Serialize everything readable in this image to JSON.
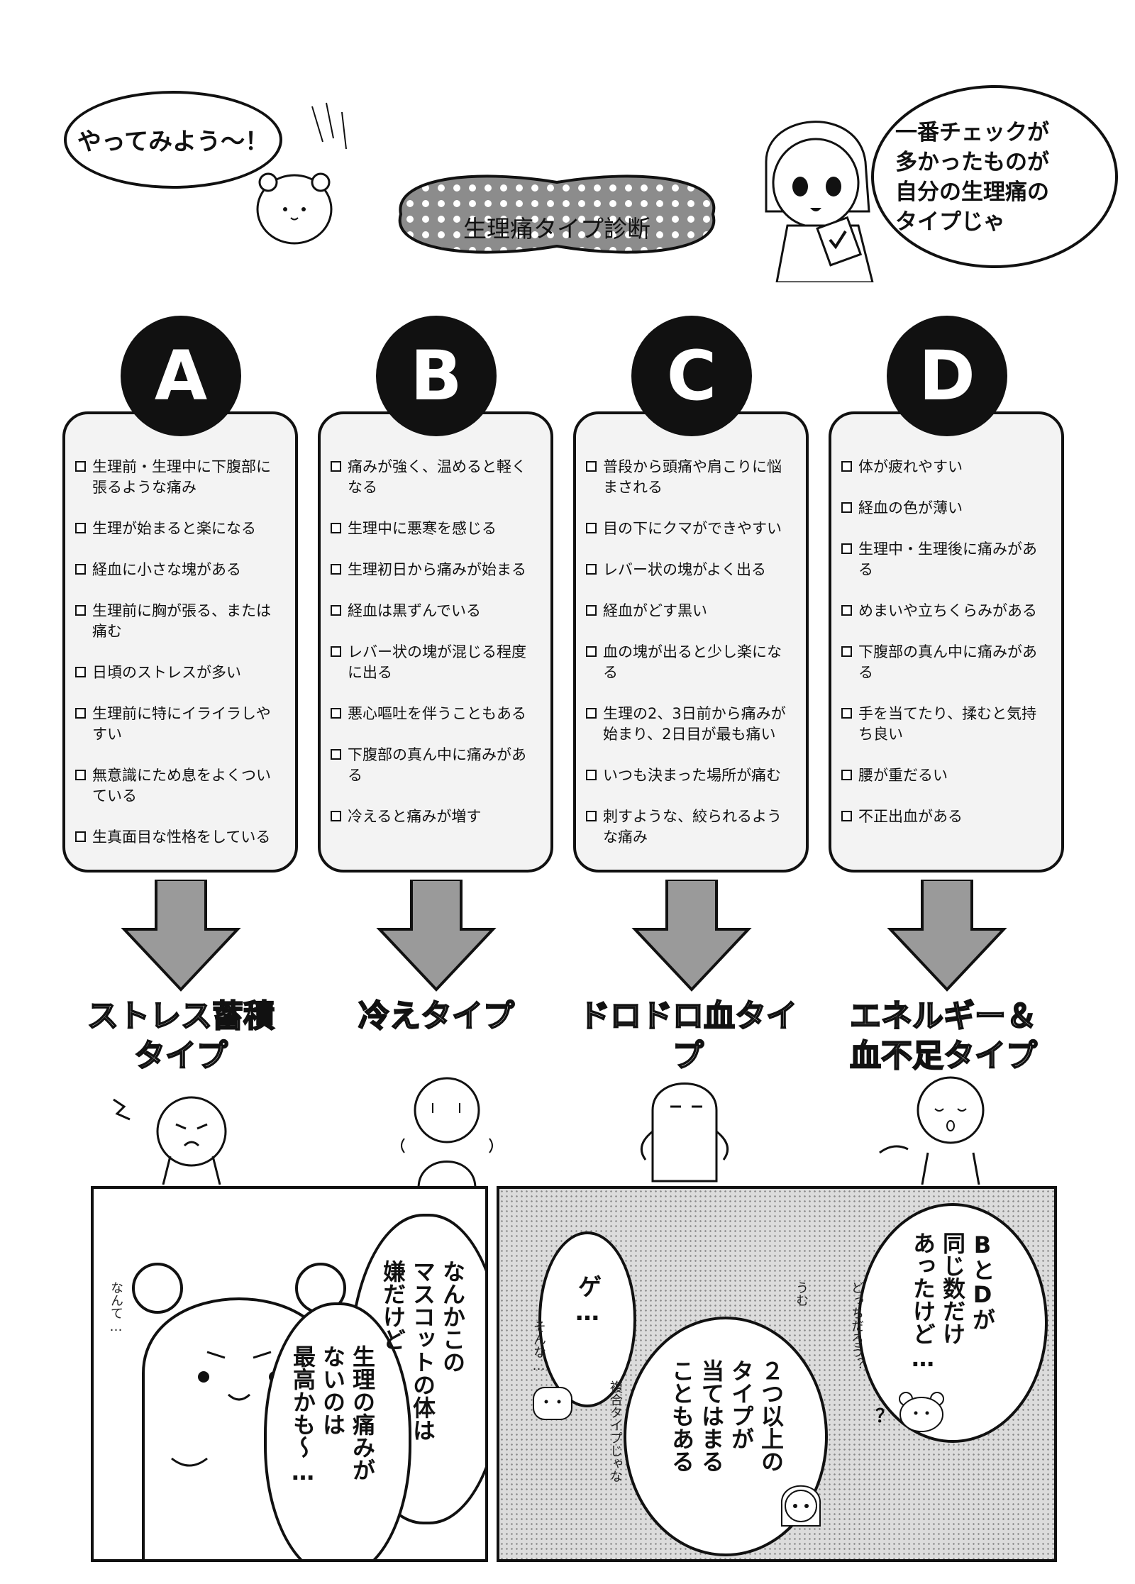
{
  "intro": {
    "mascot_speech": "やってみよう〜！",
    "title": "生理痛タイプ診断",
    "girl_speech": [
      "一番チェックが",
      "多かったものが",
      "自分の生理痛の",
      "タイプじゃ"
    ]
  },
  "types": [
    {
      "letter": "A",
      "items": [
        "生理前・生理中に下腹部に張るような痛み",
        "生理が始まると楽になる",
        "経血に小さな塊がある",
        "生理前に胸が張る、または痛む",
        "日頃のストレスが多い",
        "生理前に特にイライラしやすい",
        "無意識にため息をよくついている",
        "生真面目な性格をしている"
      ],
      "result_lines": [
        "ストレス蓄積",
        "タイプ"
      ]
    },
    {
      "letter": "B",
      "items": [
        "痛みが強く、温めると軽くなる",
        "生理中に悪寒を感じる",
        "生理初日から痛みが始まる",
        "経血は黒ずんでいる",
        "レバー状の塊が混じる程度に出る",
        "悪心嘔吐を伴うこともある",
        "下腹部の真ん中に痛みがある",
        "冷えると痛みが増す"
      ],
      "result_lines": [
        "冷えタイプ"
      ]
    },
    {
      "letter": "C",
      "items": [
        "普段から頭痛や肩こりに悩まされる",
        "目の下にクマができやすい",
        "レバー状の塊がよく出る",
        "経血がどす黒い",
        "血の塊が出ると少し楽になる",
        "生理の2、3日前から痛みが始まり、2日目が最も痛い",
        "いつも決まった場所が痛む",
        "刺すような、絞られるような痛み"
      ],
      "result_lines": [
        "ドロドロ血タイプ"
      ]
    },
    {
      "letter": "D",
      "items": [
        "体が疲れやすい",
        "経血の色が薄い",
        "生理中・生理後に痛みがある",
        "めまいや立ちくらみがある",
        "下腹部の真ん中に痛みがある",
        "手を当てたり、揉むと気持ち良い",
        "腰が重だるい",
        "不正出血がある"
      ],
      "result_lines": [
        "エネルギー＆",
        "血不足タイプ"
      ]
    }
  ],
  "panel_left": {
    "note": "なんて…",
    "bubble1": [
      "なんかこの",
      "マスコットの体は",
      "嫌だけど"
    ],
    "bubble2": [
      "生理の痛みが",
      "ないのは",
      "最高かも〜…"
    ]
  },
  "panel_right": {
    "ge": "ゲ…",
    "sonna": "そんな…",
    "umu": "うむ",
    "bubble_main": [
      "２つ以上の",
      "タイプが",
      "当てはまる",
      "こともある"
    ],
    "bubble_bd": [
      "BとDが",
      "同じ数だけ",
      "あったけど…"
    ],
    "dotchi": "どっちだろう？",
    "q": "？",
    "fukugo": "複合タイプじゃな"
  }
}
